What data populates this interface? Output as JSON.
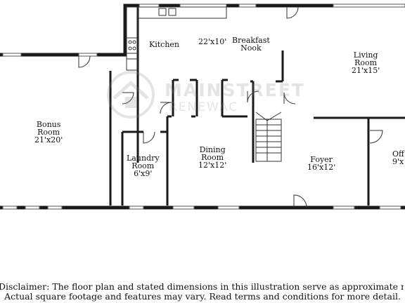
{
  "rooms": [
    {
      "id": "kitchen",
      "name": "Kitchen",
      "dims": ""
    },
    {
      "id": "kitchen-dims",
      "name": "",
      "dims": "22'x10'"
    },
    {
      "id": "breakfast",
      "name": "Breakfast",
      "name2": "Nook",
      "dims": ""
    },
    {
      "id": "living",
      "name": "Living",
      "name2": "Room",
      "dims": "21'x15'"
    },
    {
      "id": "bonus",
      "name": "Bonus",
      "name2": "Room",
      "dims": "21'x20'"
    },
    {
      "id": "laundry",
      "name": "Laundry",
      "name2": "Room",
      "dims": "6'x9'"
    },
    {
      "id": "dining",
      "name": "Dining",
      "name2": "Room",
      "dims": "12'x12'"
    },
    {
      "id": "foyer",
      "name": "Foyer",
      "dims": "16'x12'"
    },
    {
      "id": "office",
      "name": "Off",
      "dims": "9'x"
    }
  ],
  "watermark": {
    "brand": "MAINSTREET",
    "sub": "RENEWAC"
  },
  "disclaimer": {
    "line1": "Disclaimer: The floor plan and stated dimensions in this illustration serve as approximate measure",
    "line2": "Actual square footage and features may vary. Read terms and conditions for more detail."
  },
  "colors": {
    "wall": "#1a1a1a",
    "line": "#333333",
    "watermark": "#8a8a8a"
  }
}
